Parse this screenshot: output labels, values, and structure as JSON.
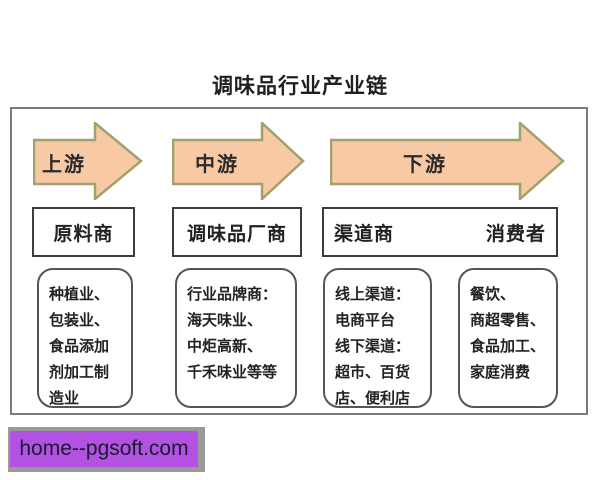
{
  "title": "调味品行业产业链",
  "flow": {
    "arrows": [
      {
        "label": "上游"
      },
      {
        "label": "中游"
      },
      {
        "label": "下游"
      }
    ],
    "stages": [
      {
        "label": "原料商"
      },
      {
        "label": "调味品厂商"
      },
      {
        "label_left": "渠道商",
        "label_right": "消费者"
      }
    ],
    "details": [
      {
        "lines": "种植业、\n包装业、\n食品添加\n剂加工制\n造业"
      },
      {
        "lines": "行业品牌商：\n海天味业、\n中炬高新、\n千禾味业等等"
      },
      {
        "lines": "线上渠道：\n电商平台\n线下渠道：\n超市、百货\n店、便利店"
      },
      {
        "lines": "餐饮、\n商超零售、\n食品加工、\n家庭消费"
      }
    ]
  },
  "watermark": {
    "text": "home--pgsoft.com"
  },
  "colors": {
    "arrow_fill": "#f7c9a5",
    "arrow_stroke": "#a2a06b",
    "box_border": "#3d3d3d",
    "detail_border": "#555555",
    "watermark_bg": "#b351e2",
    "watermark_shadow": "#9a9a9a"
  }
}
